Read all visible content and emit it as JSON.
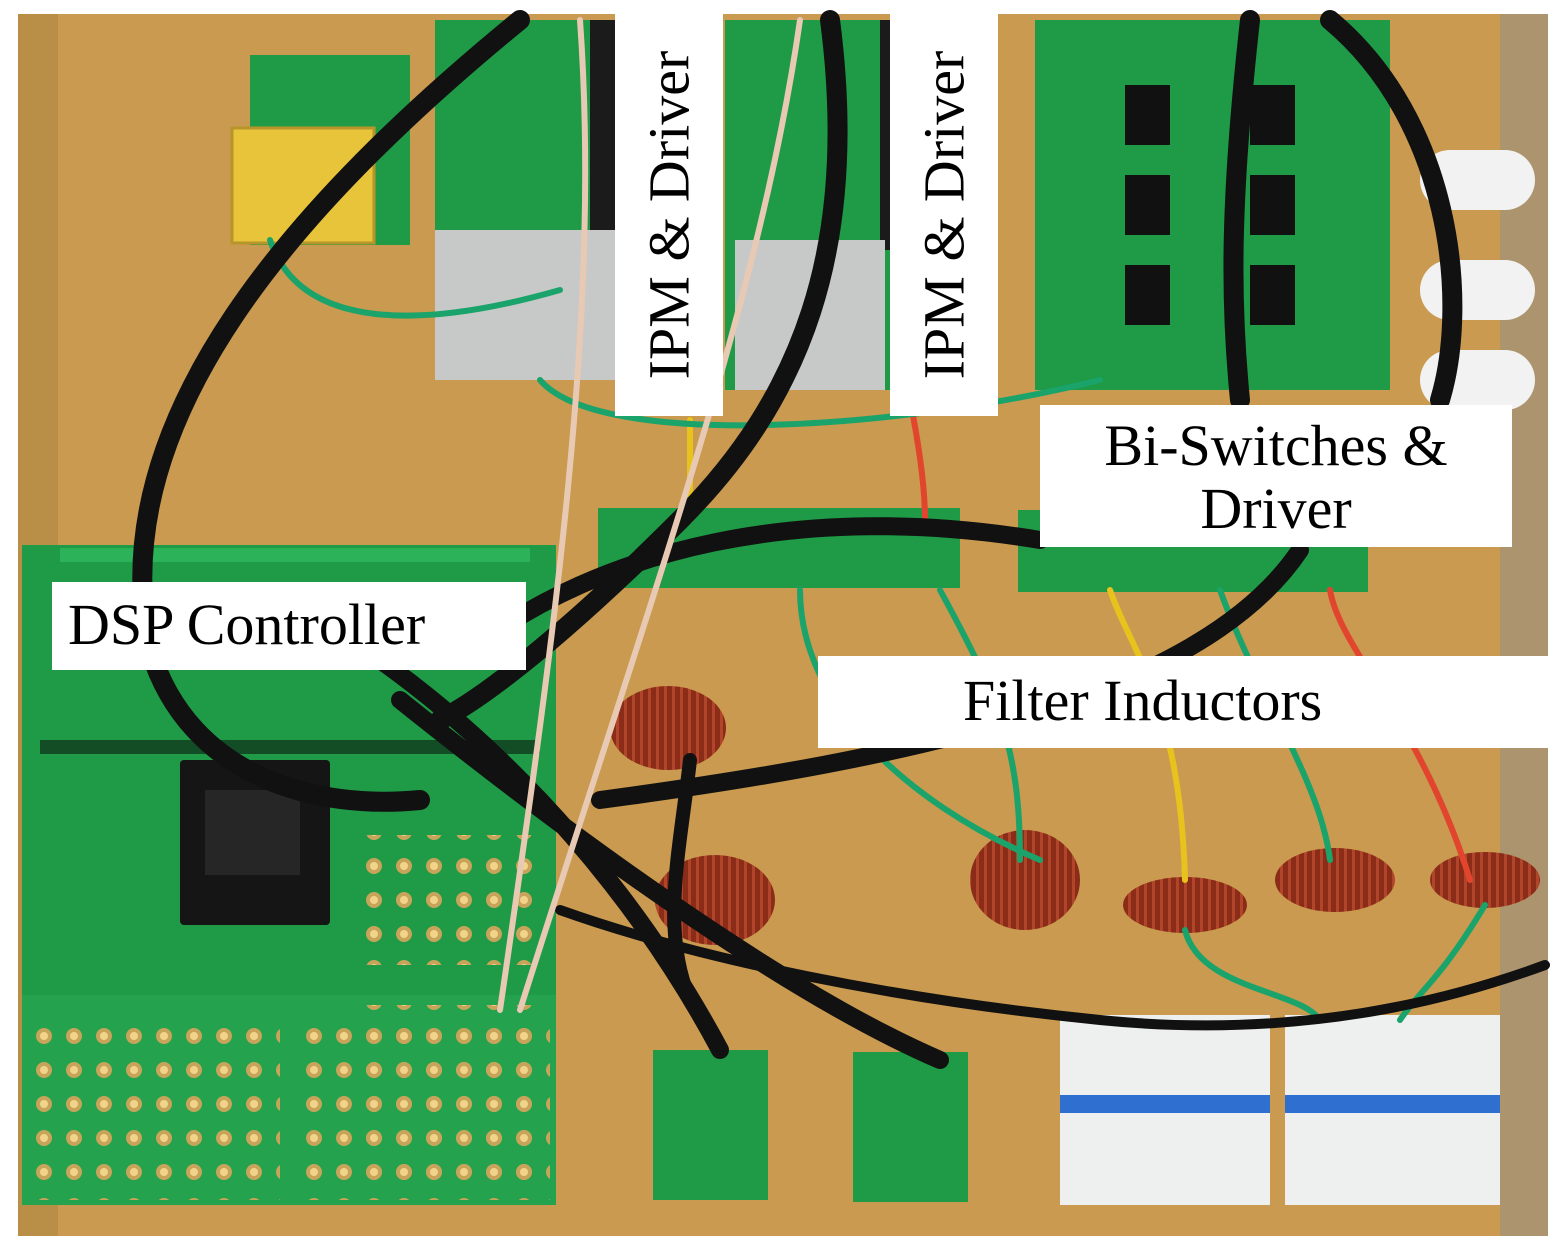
{
  "labels": {
    "ipm_driver_1": "IPM & Driver",
    "ipm_driver_2": "IPM & Driver",
    "bi_switches_line1": "Bi-Switches &",
    "bi_switches_line2": "Driver",
    "dsp_controller": "DSP Controller",
    "filter_inductors": "Filter Inductors"
  },
  "colors": {
    "board_background": "#c99a4f",
    "pcb_green": "#1f9a46",
    "cable_black": "#111111",
    "wire_green": "#1aa36a",
    "wire_red": "#e2452e",
    "wire_yellow": "#e8c21d",
    "inductor_copper": "#8a2c18",
    "breaker_white": "#eef0ef",
    "breaker_blue": "#2f6fd0"
  }
}
